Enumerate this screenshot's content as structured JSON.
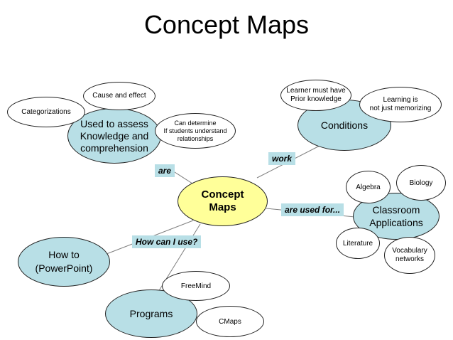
{
  "title": "Concept Maps",
  "center": "Concept\nMaps",
  "branches": {
    "assess": "Used to assess\nKnowledge and\ncomprehension",
    "conditions": "Conditions",
    "classroom": "Classroom\nApplications",
    "howto": "How to\n(PowerPoint)",
    "programs": "Programs"
  },
  "details": {
    "cause_effect": "Cause and effect",
    "categorizations": "Categorizations",
    "can_determine": "Can determine\nIf students understand\nrelationships",
    "learner_prior": "Learner must have\nPrior knowledge",
    "learning_is": "Learning is\nnot just memorizing",
    "algebra": "Algebra",
    "biology": "Biology",
    "literature": "Literature",
    "vocabulary": "Vocabulary\nnetworks",
    "freemind": "FreeMind",
    "cmaps": "CMaps"
  },
  "links": {
    "are": "are",
    "work": "work",
    "used_for": "are used for...",
    "how_use": "How can I use?"
  },
  "colors": {
    "branch_fill": "#b8dfe6",
    "center_fill": "#ffff99",
    "detail_fill": "#ffffff",
    "line": "#7f7f7f"
  }
}
